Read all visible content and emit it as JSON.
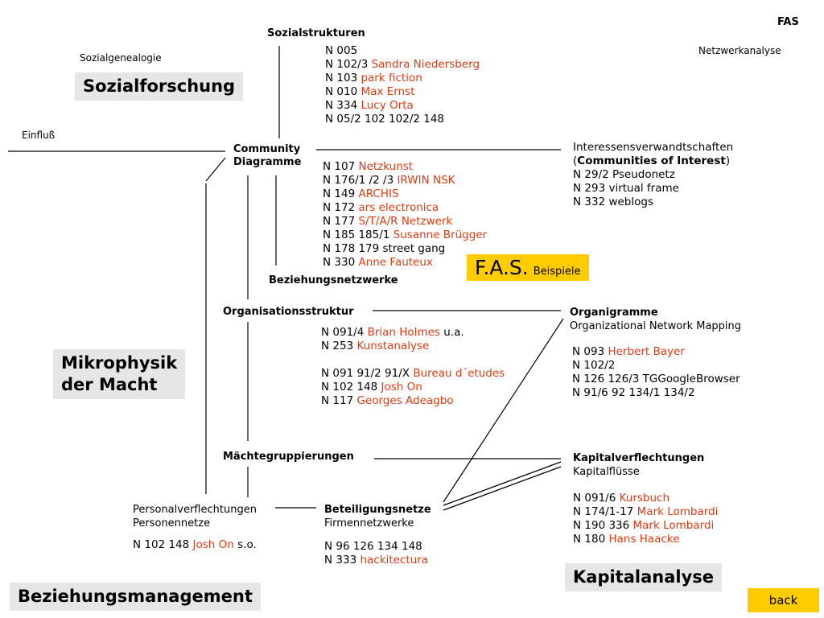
{
  "header": {
    "logo": "FAS",
    "subtitle": "Netzwerkanalyse"
  },
  "category_boxes": {
    "sozialforschung": "Sozialforschung",
    "mikrophysik_line1": "Mikrophysik",
    "mikrophysik_line2": "der Macht",
    "beziehungsmanagement": "Beziehungsmanagement",
    "kapitalanalyse": "Kapitalanalyse"
  },
  "labels": {
    "sozialgenealogie": "Sozialgenealogie",
    "einfluss": "Einfluß",
    "sozialstrukturen": "Sozialstrukturen",
    "community_line1": "Community",
    "community_line2": "Diagramme",
    "beziehungsnetzwerke": "Beziehungsnetzwerke",
    "organisationsstruktur": "Organisationsstruktur",
    "maechtegruppierungen": "Mächtegruppierungen",
    "personal_line1": "Personalverflechtungen",
    "personal_line2": "Personennetze",
    "beteiligungsnetze": "Beteiligungsnetze",
    "firmennetzwerke": "Firmennetzwerke",
    "interessens_line1": "Interessensverwandtschaften",
    "interessens_line2_open": "(",
    "interessens_line2_bold": "Communities of Interest",
    "interessens_line2_close": ")",
    "organigramme": "Organigramme",
    "organizational_mapping": "Organizational Network Mapping",
    "kapitalverflechtungen": "Kapitalverflechtungen",
    "kapitalfluesse": "Kapitalflüsse"
  },
  "featured": {
    "title": "F.A.S.",
    "subtitle": "Beispiele"
  },
  "nav": {
    "back_label": "back"
  },
  "lists": {
    "sozialstrukturen": [
      {
        "ref": "N 005",
        "name": ""
      },
      {
        "ref": "N 102/3",
        "name": "Sandra Niedersberg"
      },
      {
        "ref": "N 103",
        "name": "park fiction"
      },
      {
        "ref": "N 010",
        "name": "Max Ernst"
      },
      {
        "ref": "N 334",
        "name": "Lucy Orta"
      },
      {
        "ref": "N 05/2 102 102/2 148",
        "name": ""
      }
    ],
    "community": [
      {
        "ref": "N 107",
        "name": "Netzkunst"
      },
      {
        "ref": "N 176/1 /2 /3",
        "name": "IRWIN NSK"
      },
      {
        "ref": "N 149",
        "name": "ARCHIS"
      },
      {
        "ref": "N 172",
        "name": "ars electronica"
      },
      {
        "ref": "N 177",
        "name": "S/T/A/R Netzwerk"
      },
      {
        "ref": "N 185 185/1",
        "name": "Susanne Brügger"
      },
      {
        "ref": "N 178 179 street gang",
        "name": ""
      },
      {
        "ref": "N 330",
        "name": "Anne Fauteux"
      }
    ],
    "interessens": [
      {
        "ref": "N 29/2 Pseudonetz",
        "name": ""
      },
      {
        "ref": "N 293 virtual frame",
        "name": ""
      },
      {
        "ref": "N 332 weblogs",
        "name": ""
      }
    ],
    "organisation_a": [
      {
        "ref": "N 091/4",
        "name": "Brian Holmes",
        "suffix": " u.a."
      },
      {
        "ref": "N 253",
        "name": "Kunstanalyse"
      }
    ],
    "organisation_b": [
      {
        "ref": "N 091 91/2 91/X",
        "name": "Bureau d´etudes"
      },
      {
        "ref": "N 102 148",
        "name": "Josh On"
      },
      {
        "ref": "N 117",
        "name": "Georges Adeagbo"
      }
    ],
    "organigramme": [
      {
        "ref": "N 093",
        "name": "Herbert Bayer"
      },
      {
        "ref": "N 102/2",
        "name": ""
      },
      {
        "ref": "N 126 126/3 TGGoogleBrowser",
        "name": ""
      },
      {
        "ref": "N 91/6 92 134/1 134/2",
        "name": ""
      }
    ],
    "personal": [
      {
        "ref": "N 102 148",
        "name": "Josh On",
        "suffix": " s.o."
      }
    ],
    "beteiligung": [
      {
        "ref": "N 96 126 134 148",
        "name": ""
      },
      {
        "ref": "N 333",
        "name": "hackitectura"
      }
    ],
    "kapital": [
      {
        "ref": "N 091/6",
        "name": "Kursbuch"
      },
      {
        "ref": "N 174/1-17",
        "name": "Mark Lombardi"
      },
      {
        "ref": "N 190 336 ",
        "name": "Mark Lombardi"
      },
      {
        "ref": "N 180",
        "name": "Hans Haacke"
      }
    ]
  }
}
